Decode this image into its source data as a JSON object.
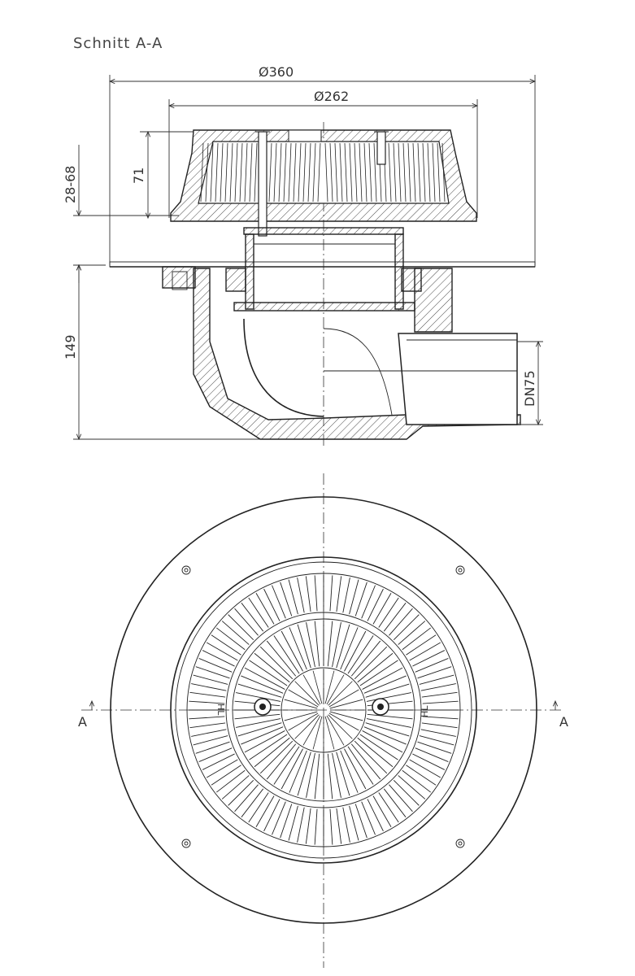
{
  "section_title": "Schnitt A-A",
  "dimensions": {
    "outer_diameter": "Ø360",
    "grate_diameter": "Ø262",
    "grate_height": "71",
    "adjust_range": "28-68",
    "body_height": "149",
    "outlet": "DN75"
  },
  "section_marks": {
    "left": "A",
    "right": "A"
  },
  "grate_labels": {
    "left": "HL",
    "right": "HL"
  }
}
